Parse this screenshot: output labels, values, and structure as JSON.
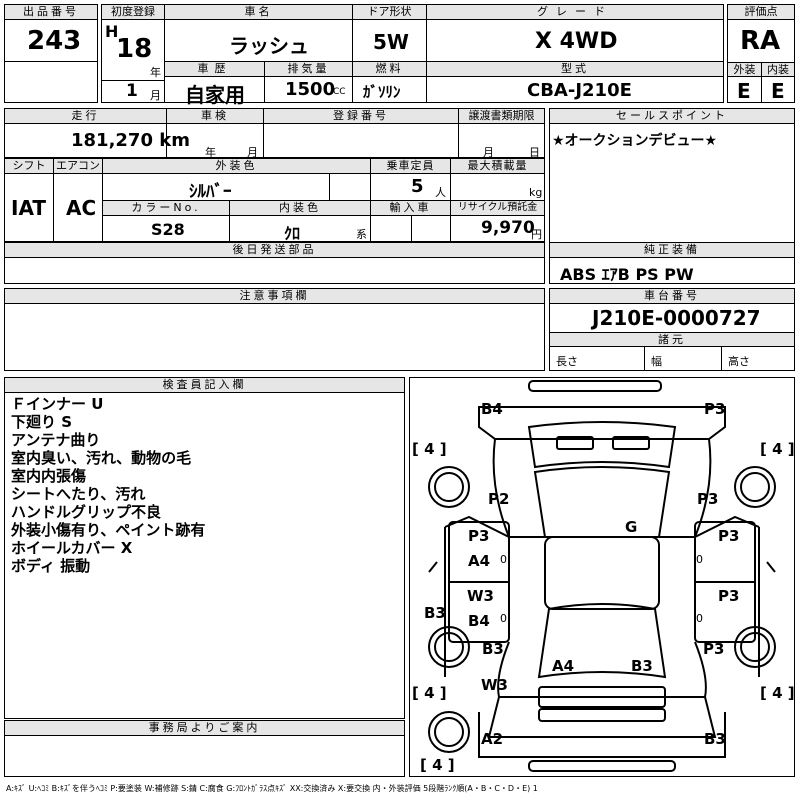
{
  "header": {
    "lot_label": "出品番号",
    "lot_no": "243",
    "first_reg_label": "初度登録",
    "era": "H",
    "year": "18",
    "year_unit": "年",
    "month": "1",
    "month_unit": "月",
    "car_name_label": "車名",
    "car_name": "ラッシュ",
    "door_label": "ドア形状",
    "door": "5W",
    "grade_label": "グレード",
    "grade": "X 4WD",
    "score_label": "評価点",
    "score": "RA",
    "history_label": "車歴",
    "history": "自家用",
    "displacement_label": "排気量",
    "displacement": "1500",
    "displacement_unit": "CC",
    "fuel_label": "燃料",
    "fuel": "ｶﾞｿﾘﾝ",
    "model_label": "型式",
    "model": "CBA-J210E",
    "ext_label": "外装",
    "ext_grade": "E",
    "int_label": "内装",
    "int_grade": "E"
  },
  "row2": {
    "mileage_label": "走行",
    "mileage": "181,270 km",
    "inspection_label": "車検",
    "insp_year_unit": "年",
    "insp_month_unit": "月",
    "reg_no_label": "登録番号",
    "transfer_label": "譲渡書類期限",
    "transfer_month_unit": "月",
    "transfer_day_unit": "日",
    "sales_label": "セールスポイント",
    "sales_text": "★オークションデビュー★",
    "shift_label": "シフト",
    "shift": "IAT",
    "ac_label": "エアコン",
    "ac": "AC",
    "ext_color_label": "外装色",
    "ext_color": "ｼﾙﾊﾞｰ",
    "capacity_label": "乗車定員",
    "capacity": "5",
    "capacity_unit": "人",
    "load_label": "最大積載量",
    "load_unit": "kg",
    "color_no_label": "カラーNo.",
    "color_no": "S28",
    "int_color_label": "内装色",
    "int_color": "ｸﾛ",
    "int_color_unit": "系",
    "import_label": "輸入車",
    "recycle_label": "リサイクル預託金",
    "recycle": "9,970",
    "recycle_unit": "円"
  },
  "parts_label": "後日発送部品",
  "equip_label": "純正装備",
  "equip": "ABS ｴｱB PS PW",
  "caution_label": "注意事項欄",
  "chassis_label": "車台番号",
  "chassis": "J210E-0000727",
  "spec_label": "諸元",
  "length_label": "長さ",
  "width_label": "幅",
  "height_label": "高さ",
  "inspector_label": "検査員記入欄",
  "inspector_notes": [
    "Ｆインナー U",
    "下廻り S",
    "アンテナ曲り",
    "室内臭い、汚れ、動物の毛",
    "室内内張傷",
    "シートへたり、汚れ",
    "ハンドルグリップ不良",
    "外装小傷有り、ペイント跡有",
    "ホイールカバー X",
    "ボディ 振動"
  ],
  "office_label": "事務局よりご案内",
  "legend": "A:ｷｽﾞ U:ﾍｺﾐ B:ｷｽﾞを伴うﾍｺﾐ P:要塗装 W:補修跡 S:錆 C:腐食 G:ﾌﾛﾝﾄｶﾞﾗｽ点ｷｽﾞ XX:交換済み X:要交換 内・外装評価 5段階ﾗﾝｸ順(A・B・C・D・E) 1",
  "diagram": {
    "marks": [
      "B4",
      "P3",
      "P2",
      "P3",
      "G",
      "P3",
      "A4",
      "P3",
      "W3",
      "B4",
      "P3",
      "B3",
      "B3",
      "P3",
      "A4",
      "B3",
      "W3",
      "A2",
      "B3"
    ],
    "tires": [
      "4",
      "4",
      "4",
      "4",
      "4"
    ],
    "zeros": [
      "0",
      "0",
      "0",
      "0"
    ]
  }
}
